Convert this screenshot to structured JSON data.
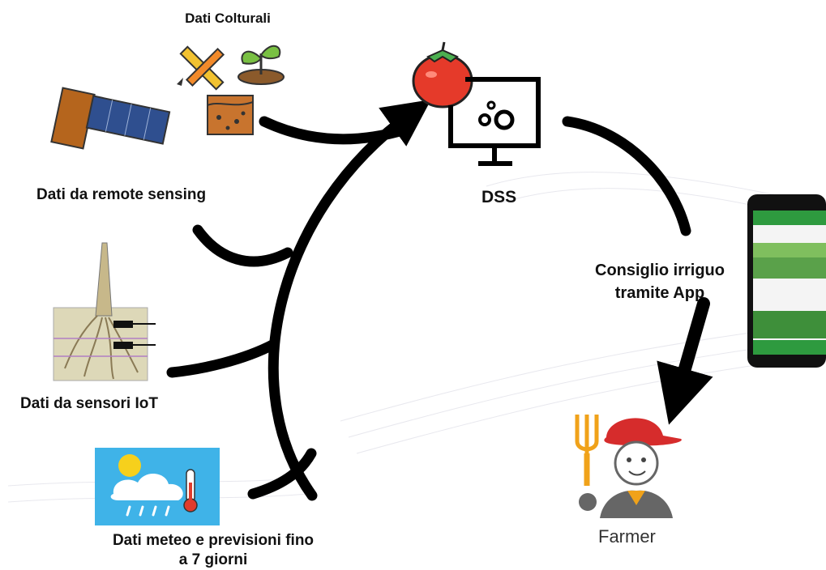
{
  "labels": {
    "crop_data": "Dati Colturali",
    "remote_sensing": "Dati da remote sensing",
    "iot_sensors": "Dati da sensori IoT",
    "weather_line1": "Dati meteo e previsioni fino",
    "weather_line2": "a 7 giorni",
    "dss": "DSS",
    "advice_line1": "Consiglio irriguo",
    "advice_line2": "tramite App",
    "farmer": "Farmer"
  },
  "icons": {
    "crop_tools": "ruler-pencil-icon",
    "sprout": "sprout-icon",
    "soil": "soil-profile-icon",
    "satellite": "satellite-icon",
    "soil_sensor": "soil-sensor-icon",
    "weather": "weather-thermometer-icon",
    "tomato": "tomato-icon",
    "computer": "computer-gears-icon",
    "phone": "smartphone-app-icon",
    "farmer": "farmer-icon"
  },
  "colors": {
    "arrow": "#000000",
    "tomato": "#e53a2a",
    "weather_bg": "#3fb3e8",
    "phone_screen": "#2e9a3f",
    "farmer_hat": "#d62c2c",
    "farmer_fork": "#f0a21a"
  }
}
